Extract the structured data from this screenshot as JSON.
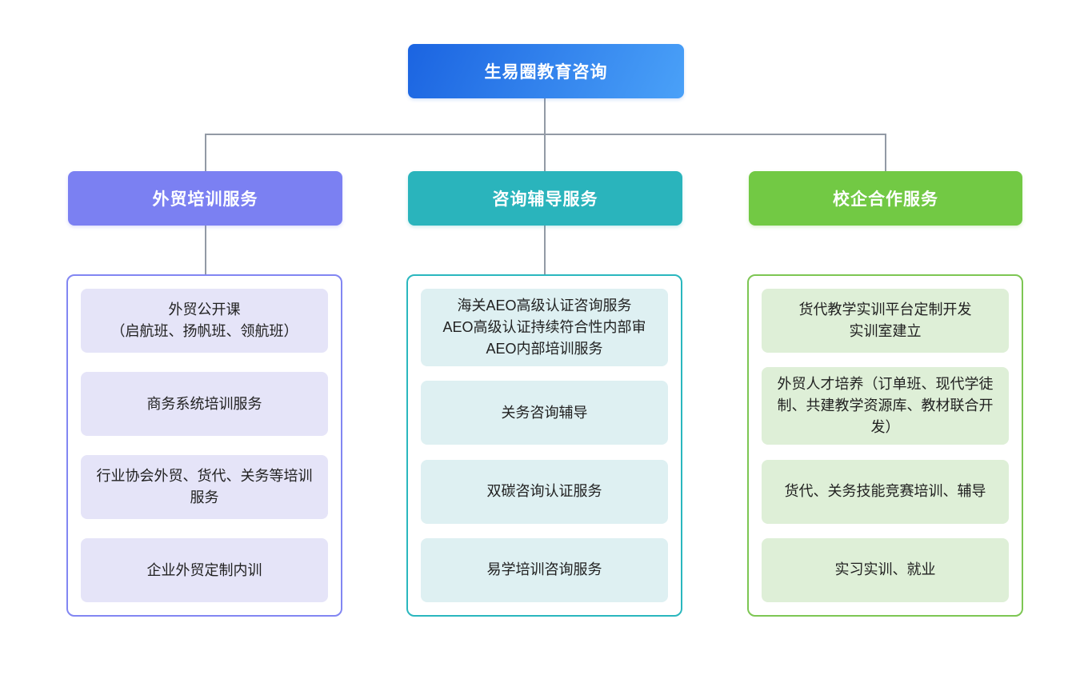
{
  "root": {
    "label": "生易圈教育咨询"
  },
  "branches": [
    {
      "id": "foreign-trade-training",
      "label": "外贸培训服务",
      "items": [
        "外贸公开课\n（启航班、扬帆班、领航班）",
        "商务系统培训服务",
        "行业协会外贸、货代、关务等培训服务",
        "企业外贸定制内训"
      ]
    },
    {
      "id": "consulting-coaching",
      "label": "咨询辅导服务",
      "items": [
        "海关AEO高级认证咨询服务\nAEO高级认证持续符合性内部审\nAEO内部培训服务",
        "关务咨询辅导",
        "双碳咨询认证服务",
        "易学培训咨询服务"
      ]
    },
    {
      "id": "school-enterprise-cooperation",
      "label": "校企合作服务",
      "items": [
        "货代教学实训平台定制开发\n实训室建立",
        "外贸人才培养（订单班、现代学徒制、共建教学资源库、教材联合开发）",
        "货代、关务技能竞赛培训、辅导",
        "实习实训、就业"
      ]
    }
  ],
  "palette": {
    "root_gradient_start": "#1b64e1",
    "root_gradient_end": "#4aa1f8",
    "branch_1_header": "#7b80f2",
    "branch_1_item_bg": "#e5e4f8",
    "branch_1_border": "#8286f2",
    "branch_2_header": "#2ab4bc",
    "branch_2_item_bg": "#def0f2",
    "branch_2_border": "#2ab7be",
    "branch_3_header": "#72c944",
    "branch_3_item_bg": "#deefd7",
    "branch_3_border": "#7dc653",
    "connector": "#929aa5",
    "item_text": "#212121",
    "header_text": "#ffffff"
  }
}
